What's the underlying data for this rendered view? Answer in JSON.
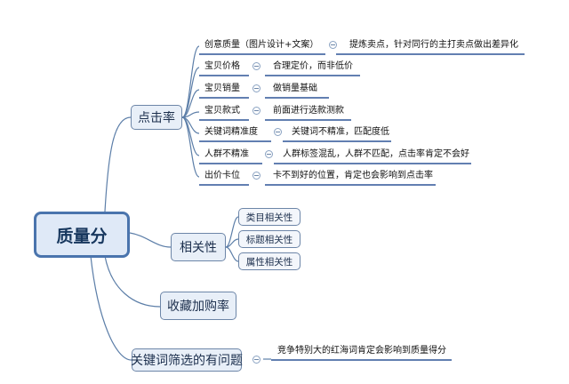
{
  "root": {
    "label": "质量分"
  },
  "branches": [
    {
      "label": "点击率",
      "children": [
        {
          "label": "创意质量（图片设计+文案）",
          "note": "提炼卖点，针对同行的主打卖点做出差异化"
        },
        {
          "label": "宝贝价格",
          "note": "合理定价，而非低价"
        },
        {
          "label": "宝贝销量",
          "note": "做销量基础"
        },
        {
          "label": "宝贝款式",
          "note": "前面进行选款测款"
        },
        {
          "label": "关键词精准度",
          "note": "关键词不精准，匹配度低"
        },
        {
          "label": "人群不精准",
          "note": "人群标签混乱，人群不匹配，点击率肯定不会好"
        },
        {
          "label": "出价卡位",
          "note": "卡不到好的位置，肯定也会影响到点击率"
        }
      ]
    },
    {
      "label": "相关性",
      "children": [
        {
          "label": "类目相关性"
        },
        {
          "label": "标题相关性"
        },
        {
          "label": "属性相关性"
        }
      ]
    },
    {
      "label": "收藏加购率"
    },
    {
      "label": "关键词筛选的有问题",
      "children": [
        {
          "label": "竞争特别大的红海词肯定会影响到质量得分"
        }
      ]
    }
  ],
  "colors": {
    "line": "#5c7ea8",
    "underline": "#2f5597",
    "root_border": "#4a74ad"
  }
}
